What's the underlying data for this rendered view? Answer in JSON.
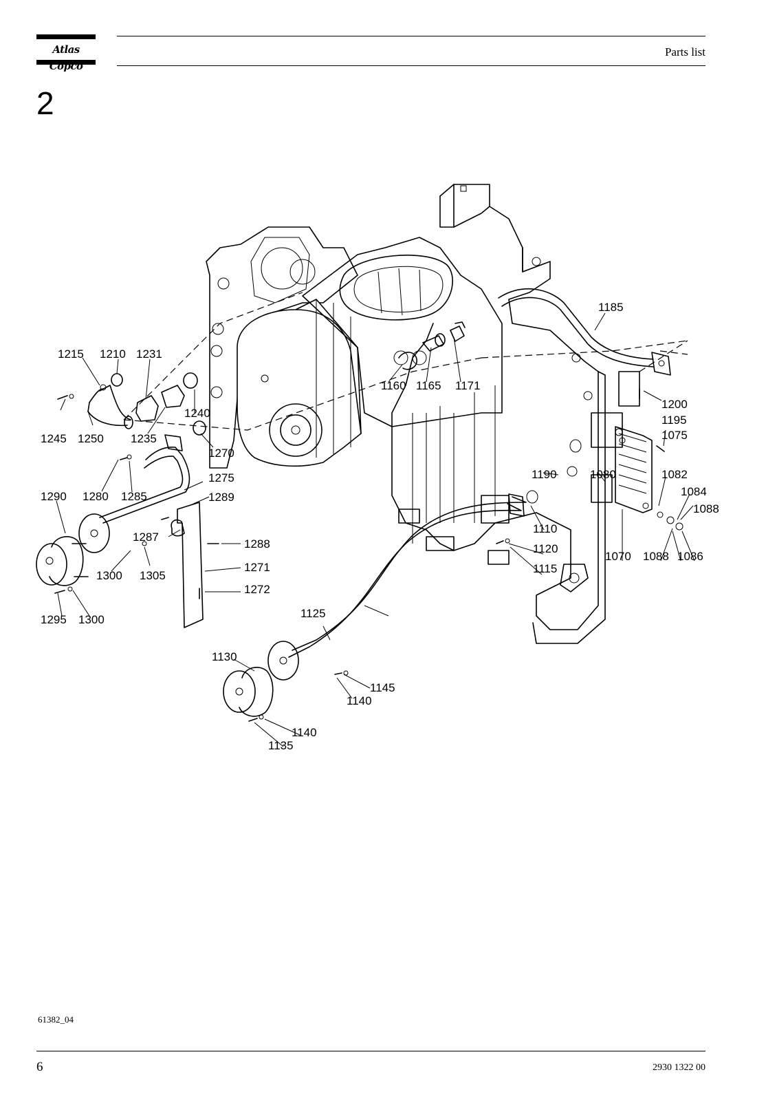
{
  "header": {
    "brand": "Atlas Copco",
    "title": "Parts list"
  },
  "section_number": "2",
  "drawing_id": "61382_04",
  "footer": {
    "page_number": "6",
    "document_number": "2930 1322 00"
  },
  "callouts": [
    "1215",
    "1210",
    "1231",
    "1245",
    "1250",
    "1235",
    "1240",
    "1270",
    "1160",
    "1165",
    "1171",
    "1185",
    "1200",
    "1195",
    "1075",
    "1190",
    "1080",
    "1082",
    "1084",
    "1088",
    "1290",
    "1280",
    "1285",
    "1275",
    "1289",
    "1287",
    "1288",
    "1271",
    "1272",
    "1300",
    "1305",
    "1295",
    "1110",
    "1120",
    "1115",
    "1070",
    "1086",
    "1125",
    "1130",
    "1145",
    "1140",
    "1135"
  ]
}
